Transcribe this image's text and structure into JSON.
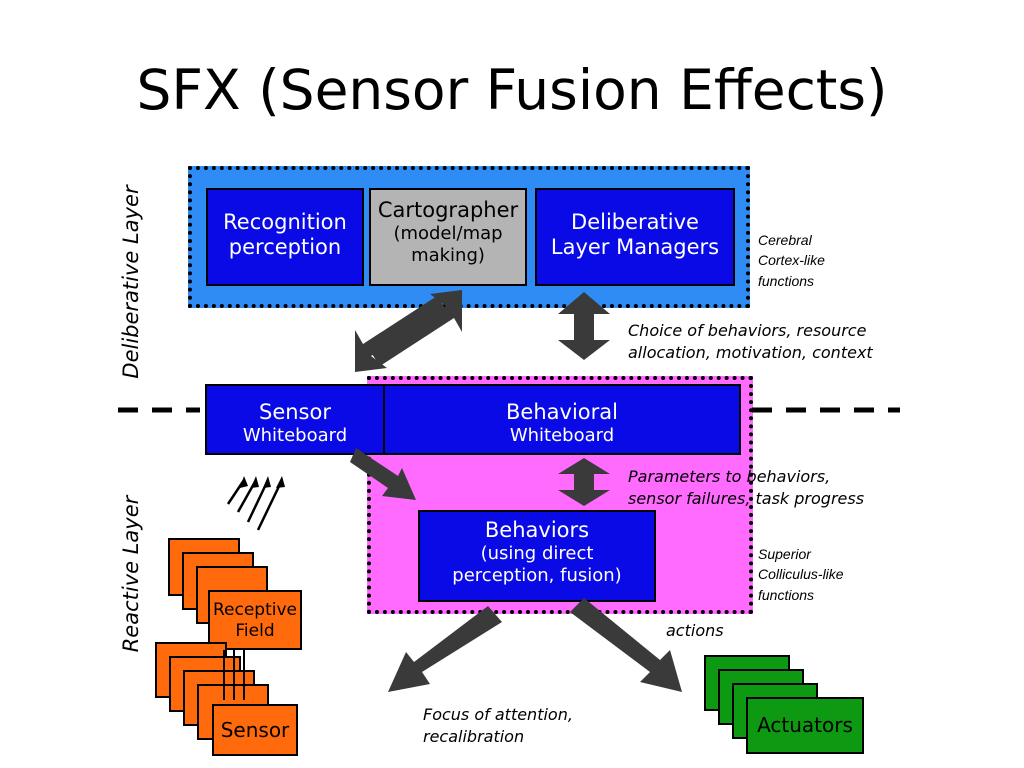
{
  "title": "SFX (Sensor Fusion Effects)",
  "layer_labels": {
    "deliberative": "Deliberative Layer",
    "reactive": "Reactive Layer"
  },
  "deliberative": {
    "recognition": {
      "line1": "Recognition",
      "line2": "perception"
    },
    "cartographer": {
      "title": "Cartographer",
      "line2": "(model/map",
      "line3": "making)"
    },
    "managers": {
      "line1": "Deliberative",
      "line2": "Layer Managers"
    }
  },
  "whiteboards": {
    "sensor": {
      "line1": "Sensor",
      "line2": "Whiteboard"
    },
    "behavioral": {
      "line1": "Behavioral",
      "line2": "Whiteboard"
    }
  },
  "behaviors": {
    "line1": "Behaviors",
    "line2": "(using direct",
    "line3": "perception, fusion)"
  },
  "receptive_field": {
    "line1": "Receptive",
    "line2": "Field"
  },
  "sensor_label": "Sensor",
  "actuators_label": "Actuators",
  "side_notes": {
    "cerebral": {
      "line1": "Cerebral",
      "line2": "Cortex-like",
      "line3": "functions"
    },
    "superior": {
      "line1": "Superior",
      "line2": "Colliculus-like",
      "line3": "functions"
    }
  },
  "annotations": {
    "choice": {
      "line1": "Choice of behaviors, resource",
      "line2": "allocation, motivation, context"
    },
    "parameters": {
      "line1": "Parameters to behaviors,",
      "line2": "sensor failures, task progress"
    },
    "actions": "actions",
    "focus": {
      "line1": "Focus of attention,",
      "line2": "recalibration"
    }
  },
  "colors": {
    "deliberative_zone": "#2f8cf4",
    "reactive_zone": "#ff6bff",
    "box_blue": "#0a0ae6",
    "box_grey": "#b4b4b4",
    "sensor_orange": "#ff6a0c",
    "actuator_green": "#0d9a12",
    "arrow": "#3a3a3a"
  }
}
